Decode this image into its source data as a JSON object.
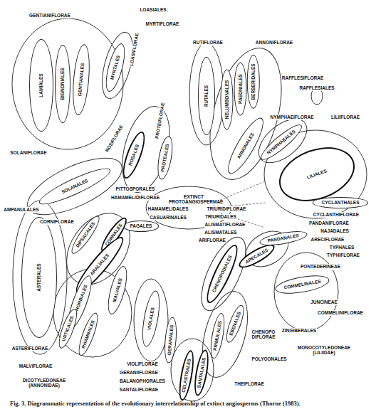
{
  "diagram": {
    "caption": "Fig. 3. Diagrammatic representation of the evolutionary interrelationship of extinct angiosperms (Thorne (1983).",
    "nodes": [
      {
        "text": [
          "LAMIALES"
        ]
      },
      {
        "text": [
          "BIGNONIALES"
        ]
      },
      {
        "text": [
          "GENTIANALES"
        ]
      },
      {
        "text": [
          "MYRTALES"
        ]
      },
      {
        "text": [
          "RUTALES"
        ]
      },
      {
        "text": [
          "NELUMBONALES"
        ]
      },
      {
        "text": [
          "PAEONIALES"
        ]
      },
      {
        "text": [
          "BERBERIDALES"
        ]
      },
      {
        "text": [
          "ANNONALES"
        ]
      },
      {
        "text": [
          "NYMPHAEALES"
        ]
      },
      {
        "text": [
          "LILIALES"
        ]
      },
      {
        "text": [
          "CYCLANTHALES"
        ]
      },
      {
        "text": [
          "ASTERALES"
        ]
      },
      {
        "text": [
          "SOLANALES"
        ]
      },
      {
        "text": [
          "ROSALES"
        ]
      },
      {
        "text": [
          "PROTEALES"
        ]
      },
      {
        "text": [
          "FAGALES"
        ]
      },
      {
        "text": [
          "DIPSACALES"
        ]
      },
      {
        "text": [
          "CORNALES"
        ]
      },
      {
        "text": [
          "ARALIALES"
        ]
      },
      {
        "text": [
          "EUPHORBIALES"
        ]
      },
      {
        "text": [
          "MALVALES"
        ]
      },
      {
        "text": [
          "URTICALES"
        ]
      },
      {
        "text": [
          "RHAMNALES"
        ]
      },
      {
        "text": [
          "VIOLALES"
        ]
      },
      {
        "text": [
          "GERANIALES"
        ]
      },
      {
        "text": [
          "CELASTRALES"
        ]
      },
      {
        "text": [
          "SANTALALES"
        ]
      },
      {
        "text": [
          "PRIMULALES"
        ]
      },
      {
        "text": [
          "EBENALES"
        ]
      },
      {
        "text": [
          "CHENOPODIALES"
        ]
      },
      {
        "text": [
          "ARECALES"
        ]
      },
      {
        "text": [
          "PANDANALES"
        ]
      },
      {
        "text": [
          "COMMELINALES"
        ]
      }
    ],
    "labels": [
      "GENTIANIFLORAE",
      "LOASIALES",
      "MYRTIFLORAE",
      "LOASIFLORAE",
      "RUTIFLORAE",
      "ANNONIFLORAE",
      "RAFFLESIFLORAE",
      "RAFFLESIALES",
      "NYMPHAEIFLORAE",
      "LILIIFLORAE",
      "SOLANIFLORAE",
      "AMPANULALES",
      "PROTEIFLORAE",
      "ROSIFLORAE",
      "PITTOSPORALES",
      "HAMAMELIDIFLORAE",
      "EXTINCT PROTOANGIOSPERMAE",
      "HAMAMELIDALES",
      "CASUARINALES",
      "TRIURIDIFLORAE",
      "TRIURIDALES",
      "ALISMATIFLORAE",
      "ALISMATALES",
      "ARIFLORAE",
      "CORNIFLORAE",
      "CYCLANTHIFLORAE",
      "PANDANIFLORAE",
      "NAJADALES",
      "ARECIFLORAE",
      "TYPHALES",
      "TYPHIFLORAE",
      "PONTEDERINEAE",
      "JUNCINEAE",
      "COMMELINIFLORAE",
      "ZINGIBERALES",
      "MONOCOTYLEDONEAE (LILIIDAE)",
      "CHENOPO DIFLORAE",
      "POLYGONALES",
      "THEIFLORAE",
      "ASTERIFLORAE",
      "MALVIFLORAE",
      "DICOTYLEDONEAE (ANNONIDAE)",
      "VIOLIFLORAE",
      "GERANIIFLORAE",
      "BALANOPHORALES",
      "SANTALIFLORAE"
    ]
  }
}
